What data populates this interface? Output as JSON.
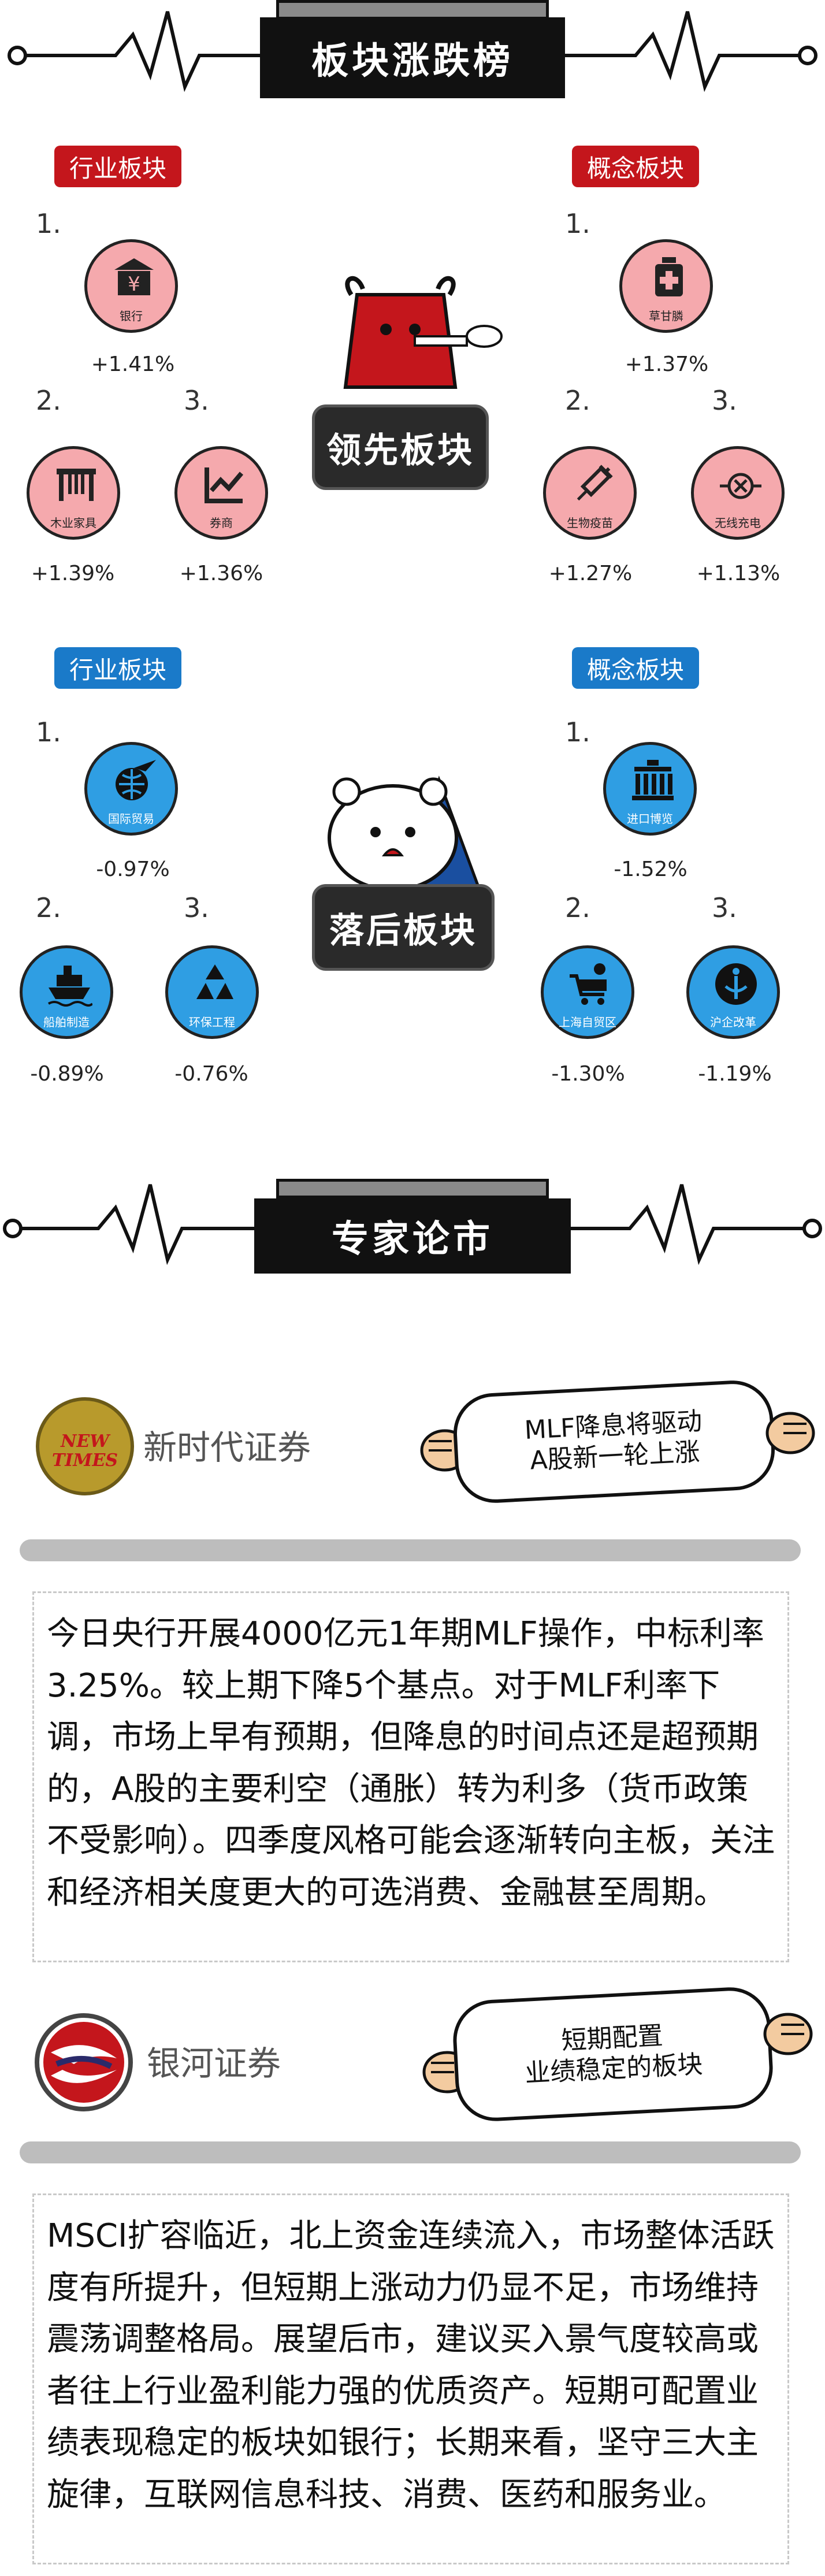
{
  "headers": {
    "board_title": "板块涨跌榜",
    "expert_title": "专家论市"
  },
  "leading": {
    "badge": "领先板块",
    "industry": {
      "pill": "行业板块",
      "items": [
        {
          "rank": "1.",
          "name": "银行",
          "change": "+1.41%",
          "icon": "bank-icon"
        },
        {
          "rank": "2.",
          "name": "木业家具",
          "change": "+1.39%",
          "icon": "furniture-icon"
        },
        {
          "rank": "3.",
          "name": "券商",
          "change": "+1.36%",
          "icon": "chart-icon"
        }
      ]
    },
    "concept": {
      "pill": "概念板块",
      "items": [
        {
          "rank": "1.",
          "name": "草甘膦",
          "change": "+1.37%",
          "icon": "bottle-icon"
        },
        {
          "rank": "2.",
          "name": "生物疫苗",
          "change": "+1.27%",
          "icon": "syringe-icon"
        },
        {
          "rank": "3.",
          "name": "无线充电",
          "change": "+1.13%",
          "icon": "charging-icon"
        }
      ]
    }
  },
  "lagging": {
    "badge": "落后板块",
    "industry": {
      "pill": "行业板块",
      "items": [
        {
          "rank": "1.",
          "name": "国际贸易",
          "change": "-0.97%",
          "icon": "globe-plane-icon"
        },
        {
          "rank": "2.",
          "name": "船舶制造",
          "change": "-0.89%",
          "icon": "ship-icon"
        },
        {
          "rank": "3.",
          "name": "环保工程",
          "change": "-0.76%",
          "icon": "recycle-icon"
        }
      ]
    },
    "concept": {
      "pill": "概念板块",
      "items": [
        {
          "rank": "1.",
          "name": "进口博览",
          "change": "-1.52%",
          "icon": "building-icon"
        },
        {
          "rank": "2.",
          "name": "上海自贸区",
          "change": "-1.30%",
          "icon": "cart-icon"
        },
        {
          "rank": "3.",
          "name": "沪企改革",
          "change": "-1.19%",
          "icon": "reform-icon"
        }
      ]
    }
  },
  "experts": [
    {
      "firm": "新时代证券",
      "logo_text": "NEW TIMES",
      "bubble_line1": "MLF降息将驱动",
      "bubble_line2": "A股新一轮上涨",
      "text": "今日央行开展4000亿元1年期MLF操作，中标利率3.25%。较上期下降5个基点。对于MLF利率下调，市场上早有预期，但降息的时间点还是超预期的，A股的主要利空（通胀）转为利多（货币政策不受影响）。四季度风格可能会逐渐转向主板，关注和经济相关度更大的可选消费、金融甚至周期。"
    },
    {
      "firm": "银河证券",
      "bubble_line1": "短期配置",
      "bubble_line2": "业绩稳定的板块",
      "text": "MSCI扩容临近，北上资金连续流入，市场整体活跃度有所提升，但短期上涨动力仍显不足，市场维持震荡调整格局。展望后市，建议买入景气度较高或者往上行业盈利能力强的优质资产。短期可配置业绩表现稳定的板块如银行；长期来看，坚守三大主旋律，互联网信息科技、消费、医药和服务业。"
    }
  ],
  "colors": {
    "up": "#f5a9ad",
    "down": "#2f9ee3",
    "pill_red": "#c4161c",
    "pill_blue": "#1a7ac9"
  }
}
